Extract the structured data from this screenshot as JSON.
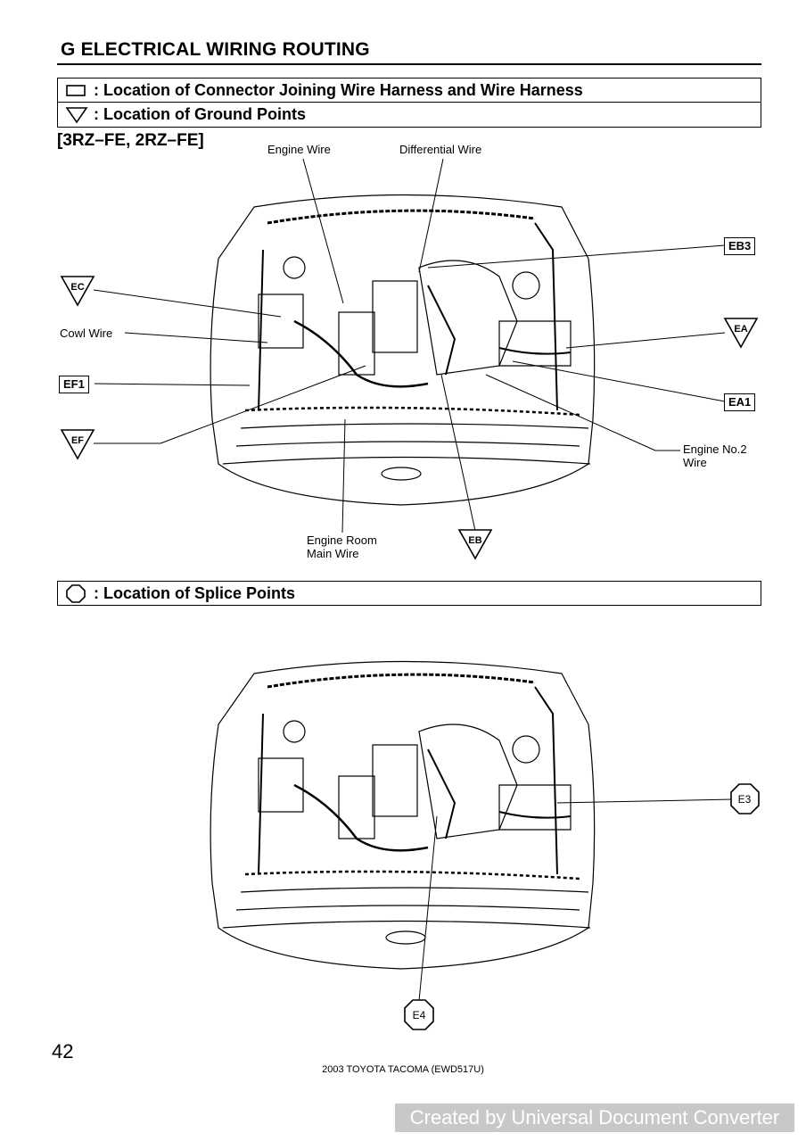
{
  "page": {
    "title": "G  ELECTRICAL WIRING ROUTING",
    "legend_connector": ": Location of Connector Joining Wire Harness and Wire Harness",
    "legend_ground": ": Location of Ground Points",
    "variant": "[3RZ–FE, 2RZ–FE]",
    "legend_splice": ": Location of Splice Points",
    "page_number": "42",
    "footer": "2003 TOYOTA TACOMA (EWD517U)",
    "watermark": "Created by Universal Document Converter"
  },
  "diagram1": {
    "labels": {
      "engine_wire": "Engine Wire",
      "differential_wire": "Differential Wire",
      "cowl_wire": "Cowl Wire",
      "engine_no2_wire_1": "Engine No.2",
      "engine_no2_wire_2": "Wire",
      "engine_room_main_wire_1": "Engine Room",
      "engine_room_main_wire_2": "Main Wire"
    },
    "connectors": {
      "eb3": "EB3",
      "ef1": "EF1",
      "ea1": "EA1"
    },
    "grounds": {
      "ec": "EC",
      "ef": "EF",
      "ea": "EA",
      "eb": "EB"
    }
  },
  "diagram2": {
    "splices": {
      "e3": "E3",
      "e4": "E4"
    }
  }
}
